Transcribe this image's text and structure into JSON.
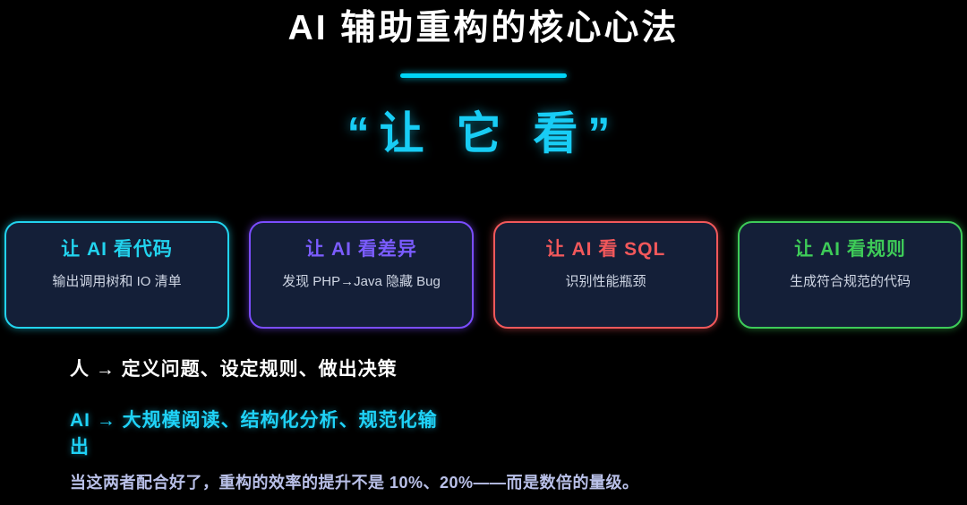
{
  "slide": {
    "title": "AI 辅助重构的核心心法",
    "subtitle": "“让 它 看”",
    "cards": [
      {
        "title": "让 AI 看代码",
        "desc": "输出调用树和 IO 清单",
        "accent": "#22d3ee"
      },
      {
        "title": "让 AI 看差异",
        "desc": "发现 PHP→Java 隐藏 Bug",
        "accent": "#7b5cff"
      },
      {
        "title": "让 AI 看 SQL",
        "desc": "识别性能瓶颈",
        "accent": "#f2585b"
      },
      {
        "title": "让 AI 看规则",
        "desc": "生成符合规范的代码",
        "accent": "#3ecb58"
      }
    ],
    "notes": {
      "human": "人 → 定义问题、设定规则、做出决策",
      "ai": "AI → 大规模阅读、结构化分析、规范化输出",
      "conclusion": "当这两者配合好了，重构的效率的提升不是 10%、20%——而是数倍的量级。"
    },
    "colors": {
      "background": "#000000",
      "title_text": "#ffffff",
      "divider": "#00d5f7",
      "subtitle_text": "#18cdf5",
      "card_background": "#141f38",
      "card_desc_text": "#cfd6e4",
      "note_human_text": "#ffffff",
      "note_ai_text": "#1fd2f7",
      "note_conclusion_text": "#b9c0e8"
    }
  }
}
